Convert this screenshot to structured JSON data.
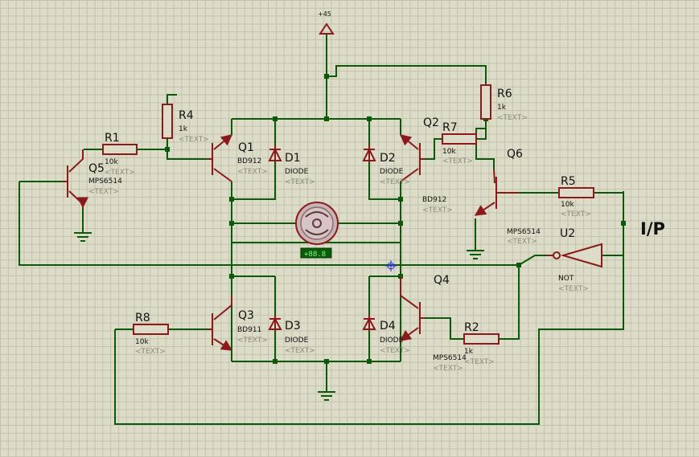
{
  "power": {
    "label": "+45"
  },
  "io_label": "I/P",
  "motor": {
    "reading": "+88.8"
  },
  "components": {
    "R1": {
      "ref": "R1",
      "value": "10k",
      "text": "<TEXT>"
    },
    "R2": {
      "ref": "R2",
      "value": "1k",
      "text": "<TEXT>"
    },
    "R4": {
      "ref": "R4",
      "value": "1k",
      "text": "<TEXT>"
    },
    "R5": {
      "ref": "R5",
      "value": "10k",
      "text": "<TEXT>"
    },
    "R6": {
      "ref": "R6",
      "value": "1k",
      "text": "<TEXT>"
    },
    "R7": {
      "ref": "R7",
      "value": "10k",
      "text": "<TEXT>"
    },
    "R8": {
      "ref": "R8",
      "value": "10k",
      "text": "<TEXT>"
    },
    "Q1": {
      "ref": "Q1",
      "value": "BD912",
      "text": "<TEXT>"
    },
    "Q2": {
      "ref": "Q2",
      "value": "BD912",
      "text": "<TEXT>"
    },
    "Q3": {
      "ref": "Q3",
      "value": "BD911",
      "text": "<TEXT>"
    },
    "Q4": {
      "ref": "Q4",
      "value": "MPS6514",
      "text": "<TEXT>"
    },
    "Q5": {
      "ref": "Q5",
      "value": "MPS6514",
      "text": "<TEXT>"
    },
    "Q6": {
      "ref": "Q6",
      "value": "MPS6514",
      "text": "<TEXT>"
    },
    "D1": {
      "ref": "D1",
      "value": "DIODE",
      "text": "<TEXT>"
    },
    "D2": {
      "ref": "D2",
      "value": "DIODE",
      "text": "<TEXT>"
    },
    "D3": {
      "ref": "D3",
      "value": "DIODE",
      "text": "<TEXT>"
    },
    "D4": {
      "ref": "D4",
      "value": "DIODE",
      "text": "<TEXT>"
    },
    "U2": {
      "ref": "U2",
      "value": "NOT",
      "text": "<TEXT>"
    }
  }
}
